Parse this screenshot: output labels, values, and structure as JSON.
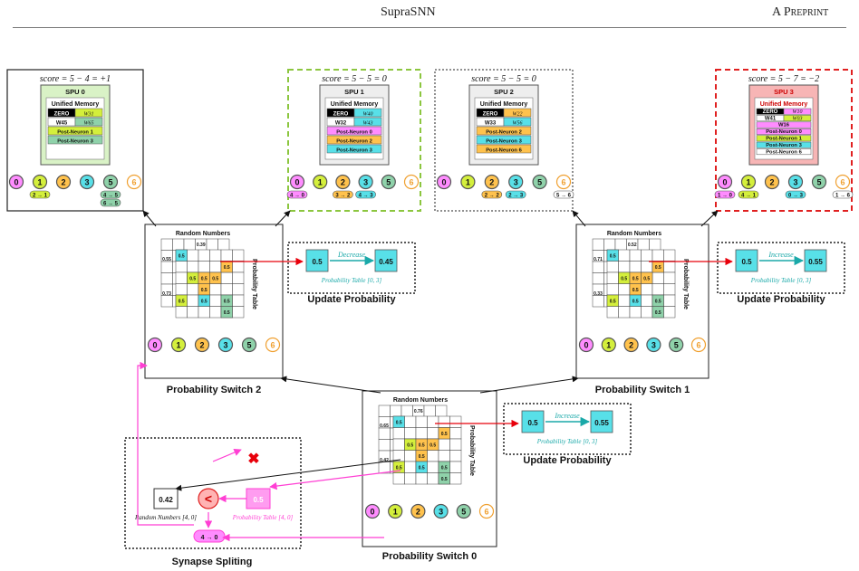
{
  "header": {
    "title": "SupraSNN",
    "tag": "A Preprint"
  },
  "colors": {
    "n0": "#ff8cff",
    "n1": "#d4ef3c",
    "n2": "#ffc24d",
    "n3": "#58e0e8",
    "n4": "#7fb9d9",
    "n5": "#8fd2aa",
    "n6": "#ffffff",
    "spu0_border": "#222222",
    "spu1_border": "#8cc63f",
    "spu2_border": "#222222",
    "spu3_border": "#e02020",
    "spu0_fill": "#d9f2c6",
    "spu1_fill": "#eeeeee",
    "spu2_fill": "#eeeeee",
    "spu3_fill": "#f7b5b5",
    "red_arrow": "#e8000b",
    "pink_arrow": "#ff3fd4",
    "teal": "#1aa9a9"
  },
  "neurons": [
    "0",
    "1",
    "2",
    "3",
    "5",
    "6"
  ],
  "spus": [
    {
      "title": "SPU 0",
      "score": "score = 5 − 4 = +1",
      "memory": "Unified Memory",
      "rows": [
        {
          "a": "ZERO",
          "b": "W31",
          "c": "n1"
        },
        {
          "a": "W45",
          "b": "W65",
          "c": "n5"
        },
        {
          "a": "Post-Neuron 1",
          "b": "",
          "c": "n1"
        },
        {
          "a": "Post-Neuron 3",
          "b": "",
          "c": "n5"
        }
      ],
      "synapses": [
        [
          "2 → 1"
        ],
        [
          "4 → 5",
          "6 → 5"
        ]
      ]
    },
    {
      "title": "SPU 1",
      "score": "score = 5 − 5 = 0",
      "memory": "Unified Memory",
      "rows": [
        {
          "a": "ZERO",
          "b": "W40",
          "c": "n3"
        },
        {
          "a": "W32",
          "b": "W43",
          "c": "n3"
        },
        {
          "a": "Post-Neuron 0",
          "b": "",
          "c": "n0"
        },
        {
          "a": "Post-Neuron 2",
          "b": "",
          "c": "n2"
        },
        {
          "a": "Post-Neuron 3",
          "b": "",
          "c": "n3"
        }
      ],
      "synapses": [
        [
          "4 → 0"
        ],
        [
          "3 → 2"
        ],
        [
          "4 → 3"
        ]
      ]
    },
    {
      "title": "SPU 2",
      "score": "score = 5 − 5 = 0",
      "memory": "Unified Memory",
      "rows": [
        {
          "a": "ZERO",
          "b": "W22",
          "c": "n2"
        },
        {
          "a": "W33",
          "b": "W56",
          "c": "n3"
        },
        {
          "a": "Post-Neuron 2",
          "b": "",
          "c": "n2"
        },
        {
          "a": "Post-Neuron 3",
          "b": "",
          "c": "n3"
        },
        {
          "a": "Post-Neuron 6",
          "b": "",
          "c": "n2"
        }
      ],
      "synapses": [
        [
          "2 → 2"
        ],
        [
          "2 → 3"
        ],
        [
          "5 → 6"
        ]
      ]
    },
    {
      "title": "SPU 3",
      "score": "score = 5 − 7 = −2",
      "memory": "Unified Memory",
      "rows": [
        {
          "a": "ZERO",
          "b": "W10",
          "c": "n0"
        },
        {
          "a": "W41",
          "b": "W03",
          "c": "n1"
        },
        {
          "a": "W16",
          "b": "",
          "c": "n0"
        },
        {
          "a": "Post-Neuron 0",
          "b": "",
          "c": "n0"
        },
        {
          "a": "Post-Neuron 1",
          "b": "",
          "c": "n1"
        },
        {
          "a": "Post-Neuron 3",
          "b": "",
          "c": "n3"
        },
        {
          "a": "Post-Neuron 6",
          "b": "",
          "c": "n6"
        }
      ],
      "synapses": [
        [
          "1 → 0"
        ],
        [
          "4 → 1"
        ],
        [
          "0 → 3"
        ],
        [
          "1 → 6"
        ]
      ]
    }
  ],
  "switches": [
    {
      "label": "Probability Switch 2",
      "random_label": "Random Numbers",
      "table_label": "Probability Table",
      "rand_top": "0.39",
      "rand_side": [
        "0.55",
        "0.73"
      ],
      "update": {
        "from": "0.5",
        "to": "0.45",
        "verb": "Decrease",
        "ref": "Probability Table [0, 3]",
        "title": "Update Probability"
      }
    },
    {
      "label": "Probability Switch 1",
      "random_label": "Random Numbers",
      "table_label": "Probability Table",
      "rand_top": "0.52",
      "rand_side": [
        "0.71",
        "0.33"
      ],
      "update": {
        "from": "0.5",
        "to": "0.55",
        "verb": "Increase",
        "ref": "Probability Table [0, 3]",
        "title": "Update Probability"
      }
    },
    {
      "label": "Probability Switch 0",
      "random_label": "Random Numbers",
      "table_label": "Probability Table",
      "rand_top": "0.76",
      "rand_side": [
        "0.65",
        "0.42"
      ],
      "update": {
        "from": "0.5",
        "to": "0.55",
        "verb": "Increase",
        "ref": "Probability Table [0, 3]",
        "title": "Update Probability"
      }
    }
  ],
  "cell_value": "0.5",
  "split": {
    "title": "Synapse Spliting",
    "rand_value": "0.42",
    "rand_caption": "Random Numbers [4, 0]",
    "prob_value": "0.5",
    "prob_caption": "Probability Table [4, 0]",
    "op": "<",
    "result": "4 → 0",
    "reject": "✖"
  }
}
